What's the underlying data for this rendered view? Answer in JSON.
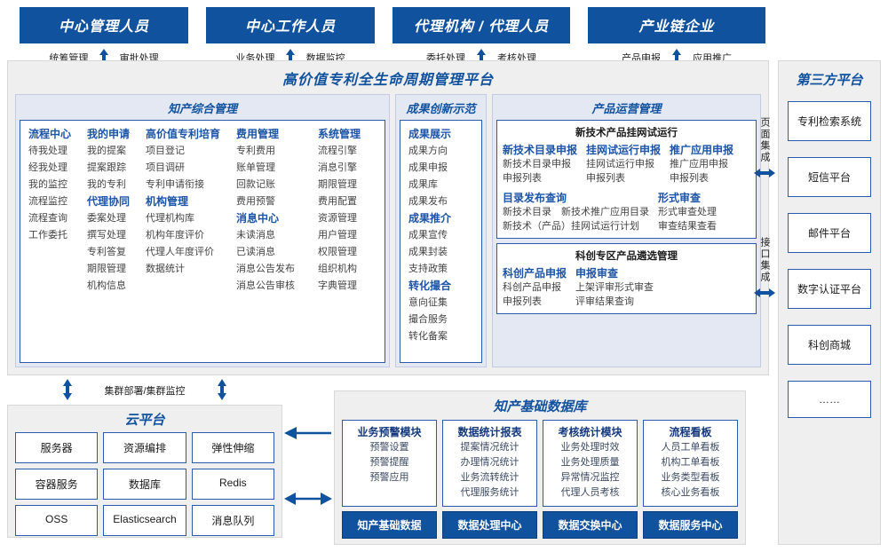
{
  "actors": [
    {
      "title": "中心管理人员",
      "left": "统筹管理",
      "right": "审批处理"
    },
    {
      "title": "中心工作人员",
      "left": "业务处理",
      "right": "数据监控"
    },
    {
      "title": "代理机构 / 代理人员",
      "left": "委托处理",
      "right": "考核处理"
    },
    {
      "title": "产业链企业",
      "left": "产品申报",
      "right": "应用推广"
    }
  ],
  "platform": {
    "title": "高价值专利全生命周期管理平台",
    "groups": {
      "ip_management": {
        "title": "知产综合管理",
        "columns": [
          {
            "entries": [
              {
                "t": "h",
                "v": "流程中心"
              },
              {
                "t": "i",
                "v": "待我处理"
              },
              {
                "t": "i",
                "v": "经我处理"
              },
              {
                "t": "i",
                "v": "我的监控"
              },
              {
                "t": "i",
                "v": "流程监控"
              },
              {
                "t": "i",
                "v": "流程查询"
              },
              {
                "t": "i",
                "v": "工作委托"
              }
            ]
          },
          {
            "entries": [
              {
                "t": "h",
                "v": "我的申请"
              },
              {
                "t": "i",
                "v": "我的提案"
              },
              {
                "t": "i",
                "v": "提案跟踪"
              },
              {
                "t": "i",
                "v": "我的专利"
              },
              {
                "t": "h",
                "v": "代理协同"
              },
              {
                "t": "i",
                "v": "委案处理"
              },
              {
                "t": "i",
                "v": "撰写处理"
              },
              {
                "t": "i",
                "v": "专利答复"
              },
              {
                "t": "i",
                "v": "期限管理"
              },
              {
                "t": "i",
                "v": "机构信息"
              }
            ]
          },
          {
            "entries": [
              {
                "t": "h",
                "v": "高价值专利培育"
              },
              {
                "t": "i",
                "v": "项目登记"
              },
              {
                "t": "i",
                "v": "项目调研"
              },
              {
                "t": "i",
                "v": "专利申请衔接"
              },
              {
                "t": "h",
                "v": "机构管理"
              },
              {
                "t": "i",
                "v": "代理机构库"
              },
              {
                "t": "i",
                "v": "机构年度评价"
              },
              {
                "t": "i",
                "v": "代理人年度评价"
              },
              {
                "t": "i",
                "v": "数据统计"
              }
            ]
          },
          {
            "entries": [
              {
                "t": "h",
                "v": "费用管理"
              },
              {
                "t": "i",
                "v": "专利费用"
              },
              {
                "t": "i",
                "v": "账单管理"
              },
              {
                "t": "i",
                "v": "回款记账"
              },
              {
                "t": "i",
                "v": "费用预警"
              },
              {
                "t": "h",
                "v": "消息中心"
              },
              {
                "t": "i",
                "v": "未读消息"
              },
              {
                "t": "i",
                "v": "已读消息"
              },
              {
                "t": "i",
                "v": "消息公告发布"
              },
              {
                "t": "i",
                "v": "消息公告审核"
              }
            ]
          },
          {
            "entries": [
              {
                "t": "h",
                "v": "系统管理"
              },
              {
                "t": "i",
                "v": "流程引擎"
              },
              {
                "t": "i",
                "v": "消息引擎"
              },
              {
                "t": "i",
                "v": "期限管理"
              },
              {
                "t": "i",
                "v": "费用配置"
              },
              {
                "t": "i",
                "v": "资源管理"
              },
              {
                "t": "i",
                "v": "用户管理"
              },
              {
                "t": "i",
                "v": "权限管理"
              },
              {
                "t": "i",
                "v": "组织机构"
              },
              {
                "t": "i",
                "v": "字典管理"
              }
            ]
          }
        ]
      },
      "achievement": {
        "title": "成果创新示范",
        "columns": [
          {
            "entries": [
              {
                "t": "h",
                "v": "成果展示"
              },
              {
                "t": "i",
                "v": "成果方向"
              },
              {
                "t": "i",
                "v": "成果申报"
              },
              {
                "t": "i",
                "v": "成果库"
              },
              {
                "t": "i",
                "v": "成果发布"
              },
              {
                "t": "h",
                "v": "成果推介"
              },
              {
                "t": "i",
                "v": "成果宣传"
              },
              {
                "t": "i",
                "v": "成果封装"
              },
              {
                "t": "i",
                "v": "支持政策"
              },
              {
                "t": "h",
                "v": "转化撮合"
              },
              {
                "t": "i",
                "v": "意向征集"
              },
              {
                "t": "i",
                "v": "撮合服务"
              },
              {
                "t": "i",
                "v": "转化备案"
              }
            ]
          }
        ]
      },
      "product_ops": {
        "title": "产品运营管理",
        "boxes": [
          {
            "title": "新技术产品挂网试运行",
            "row1": [
              {
                "head": "新技术目录申报",
                "items": [
                  "新技术目录申报",
                  "申报列表"
                ]
              },
              {
                "head": "挂网试运行申报",
                "items": [
                  "挂网试运行申报",
                  "申报列表"
                ]
              },
              {
                "head": "推广应用申报",
                "items": [
                  "推广应用申报",
                  "申报列表"
                ]
              }
            ],
            "row2": [
              {
                "head": "目录发布查询",
                "items": [
                  "新技术目录　新技术推广应用目录",
                  "新技术（产品）挂网试运行计划"
                ]
              },
              {
                "head": "形式审查",
                "items": [
                  "形式审查处理",
                  "审查结果查看"
                ]
              }
            ]
          },
          {
            "title": "科创专区产品遴选管理",
            "row1": [
              {
                "head": "科创产品申报",
                "items": [
                  "科创产品申报",
                  "申报列表"
                ]
              },
              {
                "head": "申报审查",
                "items": [
                  "上架评审形式审查",
                  "评审结果查询"
                ]
              }
            ],
            "row2": []
          }
        ]
      }
    }
  },
  "integration": [
    {
      "label": "页面集成"
    },
    {
      "label": "接口集成"
    }
  ],
  "third_party": {
    "title": "第三方平台",
    "items": [
      "专利检索系统",
      "短信平台",
      "邮件平台",
      "数字认证平台",
      "科创商城",
      "……"
    ]
  },
  "cluster": {
    "label": "集群部署/集群监控"
  },
  "cloud": {
    "title": "云平台",
    "cells": [
      "服务器",
      "资源编排",
      "弹性伸缩",
      "容器服务",
      "数据库",
      "Redis",
      "OSS",
      "Elasticsearch",
      "消息队列"
    ]
  },
  "database": {
    "title": "知产基础数据库",
    "columns": [
      {
        "head": "业务预警模块",
        "items": [
          "预警设置",
          "预警提醒",
          "预警应用"
        ]
      },
      {
        "head": "数据统计报表",
        "items": [
          "提案情况统计",
          "办理情况统计",
          "业务流转统计",
          "代理服务统计"
        ]
      },
      {
        "head": "考核统计模块",
        "items": [
          "业务处理时效",
          "业务处理质量",
          "异常情况监控",
          "代理人员考核"
        ]
      },
      {
        "head": "流程看板",
        "items": [
          "人员工单看板",
          "机构工单看板",
          "业务类型看板",
          "核心业务看板"
        ]
      }
    ],
    "footer": [
      "知产基础数据",
      "数据处理中心",
      "数据交换中心",
      "数据服务中心"
    ]
  },
  "colors": {
    "brand_blue": "#11529F",
    "panel_bg": "#EFEFEF",
    "group_bg": "#E4E8F3",
    "border_blue": "#2a5CAA"
  }
}
